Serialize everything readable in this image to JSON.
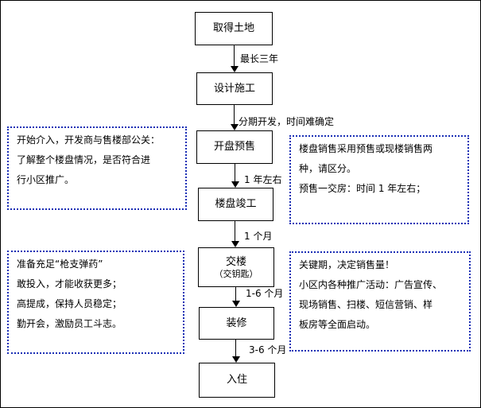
{
  "nodes": {
    "acquire_land": "取得土地",
    "design_construction": "设计施工",
    "presale": "开盘预售",
    "completion": "楼盘竣工",
    "handover": "交楼",
    "handover_sub": "（交钥匙）",
    "decoration": "装修",
    "move_in": "入住"
  },
  "edges": {
    "e1": "最长三年",
    "e2": "分期开发，时间难确定",
    "e3": "1 年左右",
    "e4": "1 个月",
    "e5": "1-6 个月",
    "e6": "3-6 个月"
  },
  "notes": {
    "top_left": [
      "开始介入，开发商与售楼部公关：",
      "了解整个楼盘情况，是否符合进",
      "行小区推广。"
    ],
    "top_right": [
      "楼盘销售采用预售或现楼销售两",
      "种，请区分。",
      "预售一交房：时间 1 年左右；"
    ],
    "bottom_left": [
      "准备充足“枪支弹药”",
      "敢投入，才能收获更多；",
      "高提成，保持人员稳定；",
      "勤开会，激励员工斗志。"
    ],
    "bottom_right": [
      "关键期，决定销售量！",
      "小区内各种推广活动：广告宣传、",
      "现场销售、扫楼、短信营销、样",
      "板房等全面启动。"
    ]
  },
  "colors": {
    "note_border": "#1b2fb5",
    "line": "#000000"
  }
}
